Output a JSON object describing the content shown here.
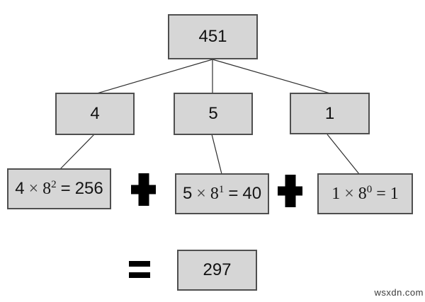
{
  "diagram": {
    "title_semantic": "octal-to-decimal-conversion-tree",
    "root": {
      "label": "451"
    },
    "digits": [
      {
        "label": "4"
      },
      {
        "label": "5"
      },
      {
        "label": "1"
      }
    ],
    "terms": [
      {
        "coefficient": "4",
        "times": "×",
        "base": "8",
        "exponent": "2",
        "equals": "=",
        "result": "256"
      },
      {
        "coefficient": "5",
        "times": "×",
        "base": "8",
        "exponent": "1",
        "equals": "=",
        "result": "40"
      },
      {
        "coefficient": "1",
        "times": "×",
        "base": "8",
        "exponent": "0",
        "equals": "=",
        "result": "1"
      }
    ],
    "operators": {
      "plus": "+",
      "equals": "="
    },
    "total": {
      "label": "297"
    }
  },
  "colors": {
    "background": "#ffffff",
    "box_fill": "#d6d6d6",
    "box_border": "#4f4f4f",
    "connector_line": "#2f2f2f",
    "operator": "#000000",
    "text": "#111111",
    "watermark": "#3a3a3a"
  },
  "watermark": {
    "text": "wsxdn.com"
  }
}
